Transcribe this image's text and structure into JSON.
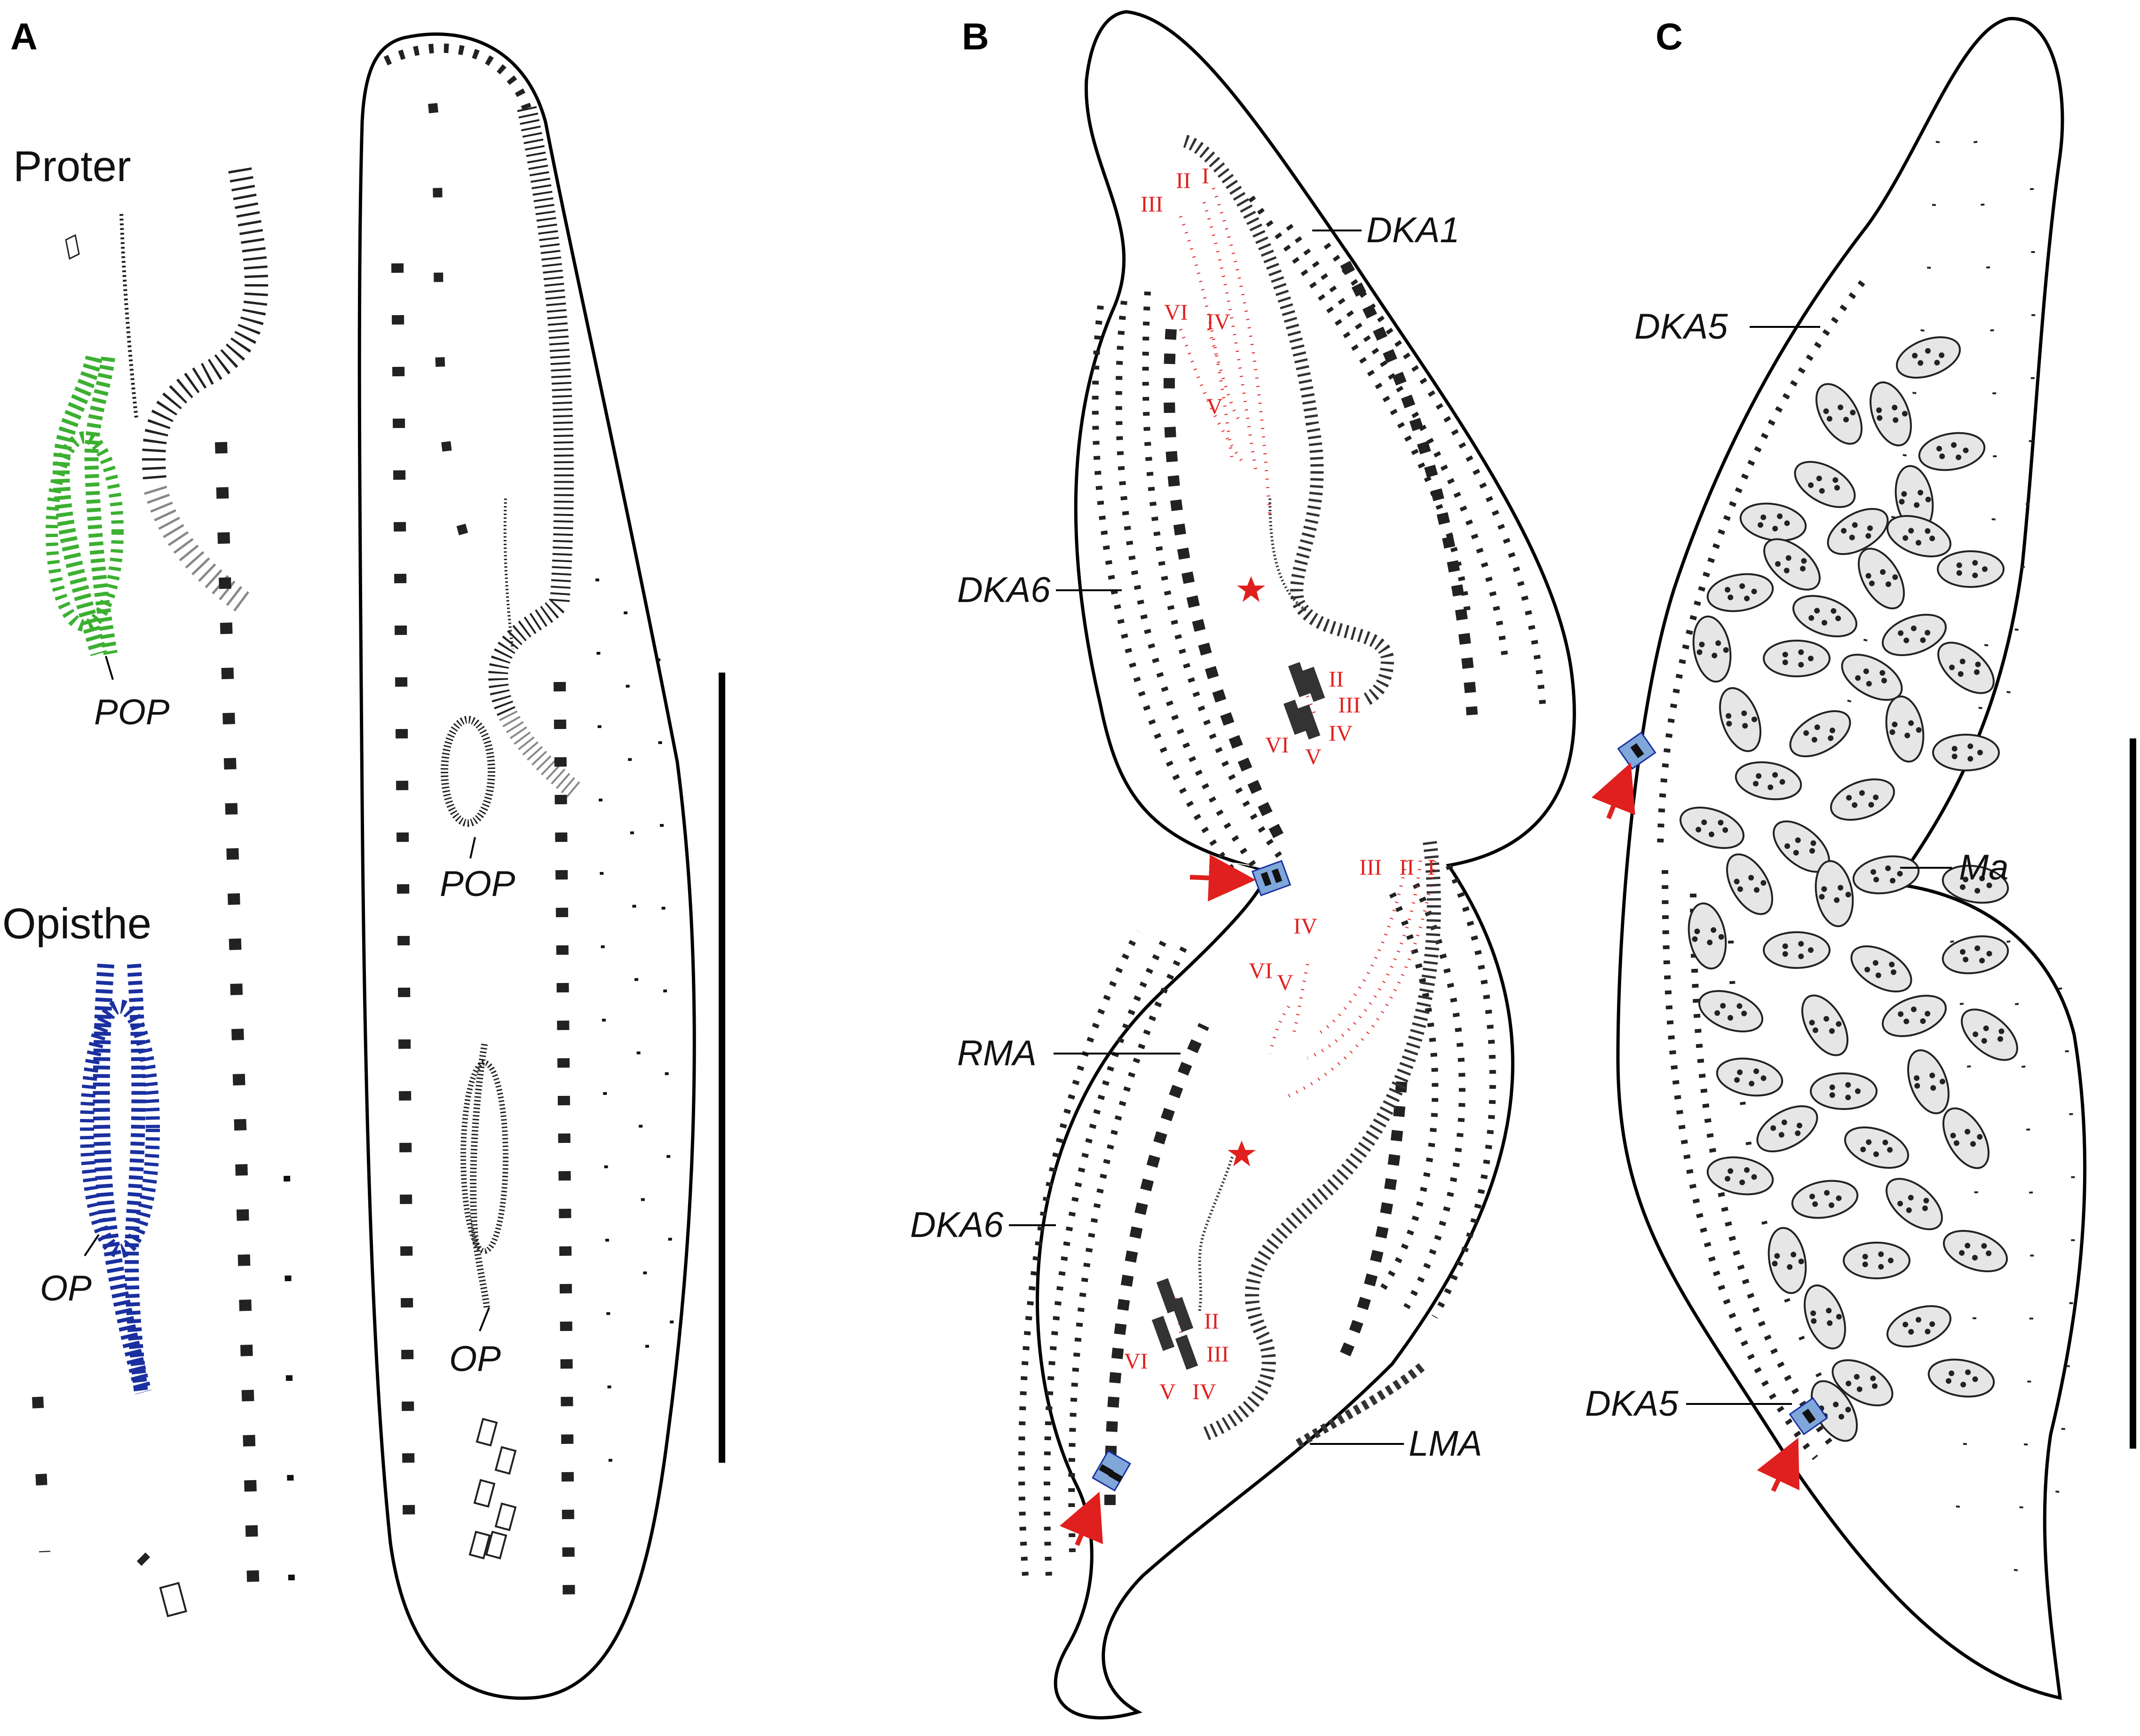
{
  "colors": {
    "outline": "#000000",
    "label": "#111111",
    "kinety": "#333333",
    "roman": "#e0201e",
    "arrow": "#e0201e",
    "pop_green": "#3cb031",
    "op_blue": "#1a30a0",
    "marker_fill": "#7fa7d9",
    "nucleus_fill": "#e6e6e6"
  },
  "panel_a": {
    "letter": "A",
    "proter_label": "Proter",
    "opisthe_label": "Opisthe",
    "pop_label_detail": "POP",
    "op_label_detail": "OP",
    "pop_label_cell": "POP",
    "op_label_cell": "OP"
  },
  "panel_b": {
    "letter": "B",
    "labels": {
      "dka1": "DKA1",
      "dka6_top": "DKA6",
      "rma": "RMA",
      "dka6_bottom": "DKA6",
      "lma": "LMA"
    },
    "roman_upper_am": [
      "I",
      "II",
      "III",
      "IV",
      "V",
      "VI"
    ],
    "roman_upper_fr": [
      "II",
      "III",
      "IV",
      "V",
      "VI"
    ],
    "roman_lower_am": [
      "I",
      "II",
      "III",
      "IV",
      "V",
      "VI"
    ],
    "roman_lower_fr": [
      "II",
      "III",
      "IV",
      "V",
      "VI"
    ]
  },
  "panel_c": {
    "letter": "C",
    "labels": {
      "dka5_top": "DKA5",
      "ma": "Ma",
      "dka5_bottom": "DKA5"
    }
  }
}
